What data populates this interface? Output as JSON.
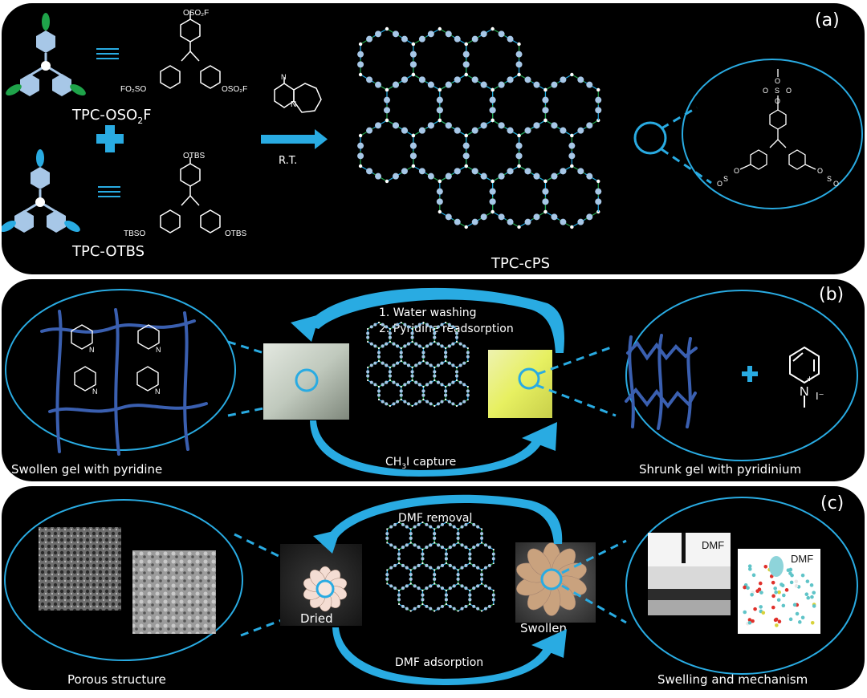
{
  "colors": {
    "panel_bg": "#000000",
    "accent_blue": "#29abe2",
    "node_blue": "#a7c7e7",
    "link_green": "#1fa34a",
    "link_cyan": "#1ea7e1",
    "strand_blue": "#3a5fb0",
    "text": "#ffffff"
  },
  "panel_a": {
    "tag": "(a)",
    "monomer1": {
      "name_prefix": "TPC-OSO",
      "name_sub": "2",
      "name_suffix": "F",
      "top_group": "OSO₂F",
      "left_group": "FO₂SO",
      "right_group": "OSO₂F"
    },
    "plus": "+",
    "monomer2": {
      "name": "TPC-OTBS",
      "top_group": "OTBS",
      "left_group": "TBSO",
      "right_group": "OTBS"
    },
    "equals": "≡",
    "catalyst_label": "N",
    "condition": "R.T.",
    "product": "TPC-cPS",
    "zoom_structure": {
      "oxygen": "O",
      "sulfur": "S"
    }
  },
  "panel_b": {
    "tag": "(b)",
    "top_arrow_lines": [
      "1. Water washing",
      "2. Pyridine readsorption"
    ],
    "bottom_arrow_prefix": "CH",
    "bottom_arrow_sub": "3",
    "bottom_arrow_suffix": "I capture",
    "left_caption": "Swollen gel with pyridine",
    "right_caption": "Shrunk gel with pyridinium",
    "pyridine_atom": "N",
    "pyridinium_charge": "+",
    "iodide": "I⁻",
    "plus": "+"
  },
  "panel_c": {
    "tag": "(c)",
    "top_arrow": "DMF removal",
    "bottom_arrow": "DMF adsorption",
    "dried_label": "Dried",
    "swollen_label": "Swollen",
    "left_caption": "Porous structure",
    "right_caption": "Swelling and mechanism",
    "contact_label": "DMF",
    "model_label": "DMF"
  }
}
